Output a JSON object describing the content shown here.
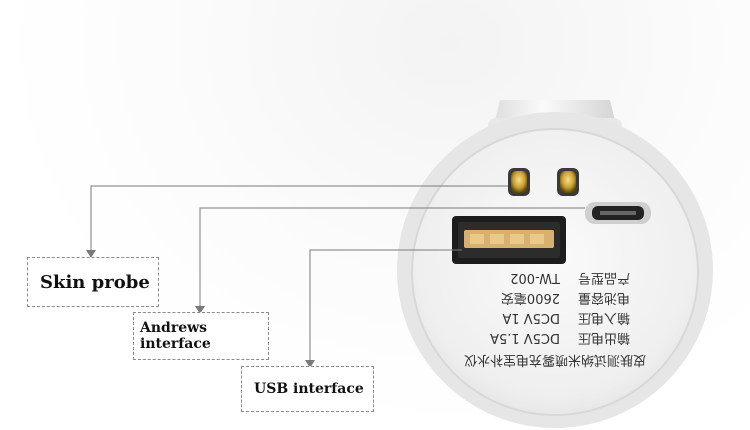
{
  "labels": {
    "skin_probe": "Skin probe",
    "andrews_interface": "Andrews interface",
    "usb_interface": "USB interface"
  },
  "device": {
    "product_name": "皮肤测试纳米喷雾充电宝补水仪",
    "output_label": "输出电压",
    "output_value": "DC5V 1.5A",
    "input_label": "输入电压",
    "input_value": "DC5V 1A",
    "capacity_label": "电池容量",
    "capacity_value": "2600毫安",
    "model_label": "产品型号",
    "model_value": "TW-002"
  },
  "colors": {
    "background": "#ffffff",
    "device_body": "#eeeeee",
    "device_face": "#f7f7f7",
    "callout_line": "#7a7a7a",
    "gold_pin": "#c9a030",
    "usb_tongue": "#d8b070"
  }
}
